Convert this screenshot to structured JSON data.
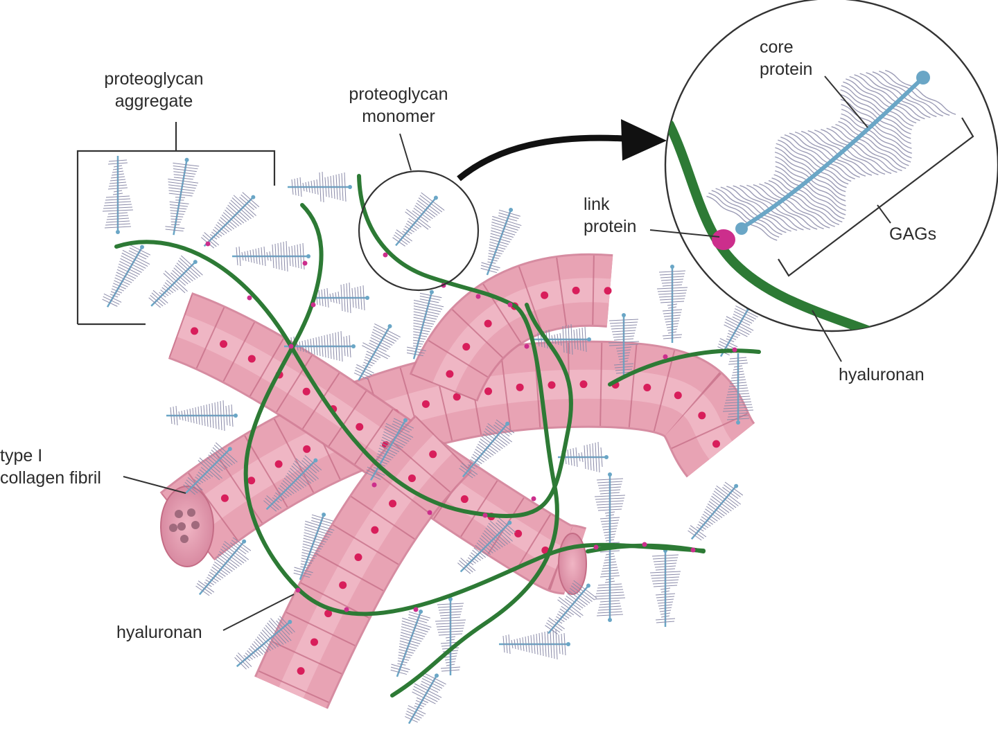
{
  "labels": {
    "proteoglycan_aggregate": [
      "proteoglycan",
      "aggregate"
    ],
    "proteoglycan_monomer": [
      "proteoglycan",
      "monomer"
    ],
    "core_protein": [
      "core",
      "protein"
    ],
    "link_protein": [
      "link",
      "protein"
    ],
    "gags": "GAGs",
    "hyaluronan_inset": "hyaluronan",
    "type1_collagen_fibril": [
      "type I",
      "collagen fibril"
    ],
    "hyaluronan_main": "hyaluronan"
  },
  "colors": {
    "collagen": "#e8a3b4",
    "collagen_dark": "#d27f97",
    "collagen_band": "#c46c85",
    "collagen_dot": "#d81e5b",
    "hyaluronan": "#2d7a35",
    "core_protein": "#6aa6c6",
    "gag": "#8a8aa8",
    "link_protein": "#cc2e8c",
    "arrow": "#111111",
    "callout_line": "#333333"
  }
}
